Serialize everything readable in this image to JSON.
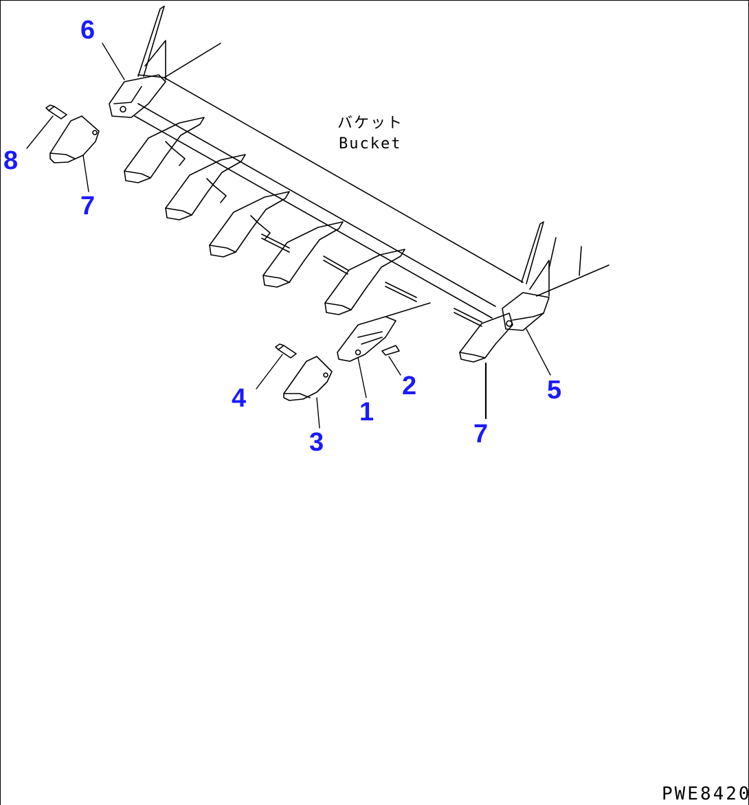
{
  "labels": {
    "bucket_jp": "バケット",
    "bucket_en": "Bucket",
    "drawing_code": "PWE8420"
  },
  "callouts": {
    "c1": "1",
    "c2": "2",
    "c3": "3",
    "c4": "4",
    "c5": "5",
    "c6": "6",
    "c7_left": "7",
    "c7_right": "7",
    "c8": "8"
  },
  "colors": {
    "callout": "#1a1aff",
    "line": "#000000"
  }
}
